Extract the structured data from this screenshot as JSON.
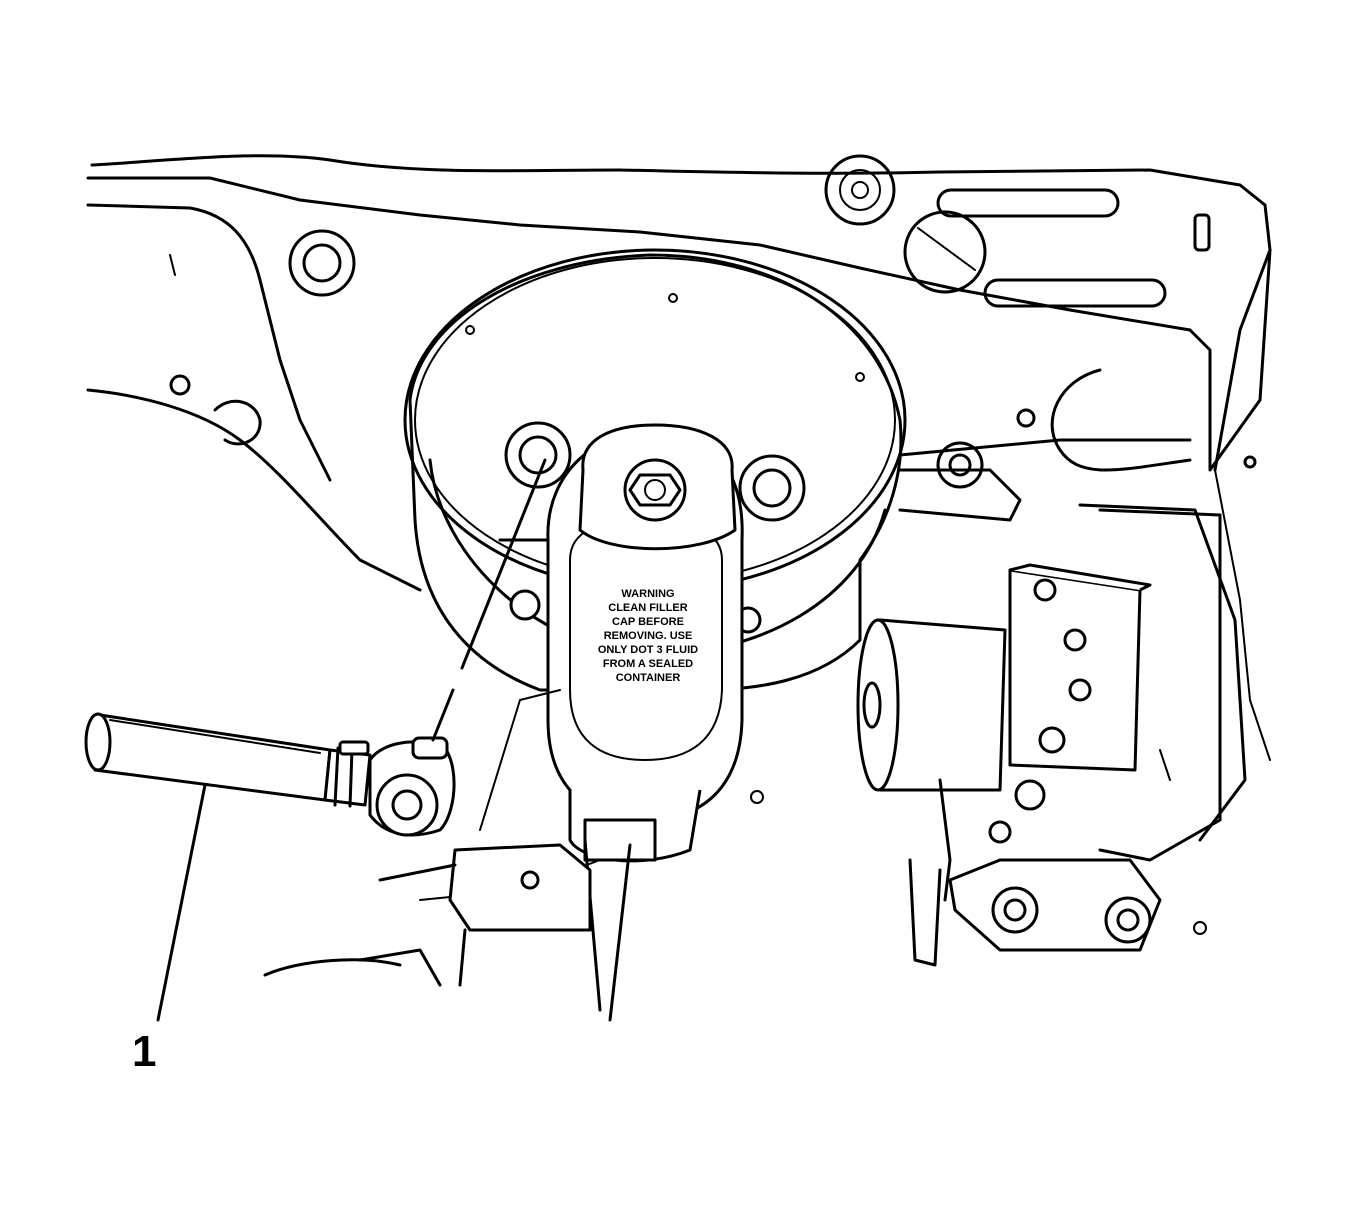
{
  "callouts": [
    {
      "number": "1",
      "target": "vacuum-hose"
    }
  ],
  "reservoir_cap_lines": [
    "WARNING",
    "CLEAN FILLER",
    "CAP BEFORE",
    "REMOVING. USE",
    "ONLY DOT 3 FLUID",
    "FROM A SEALED",
    "CONTAINER"
  ],
  "icon_names": {
    "booster": "brake-booster-icon",
    "reservoir": "fluid-reservoir-icon",
    "hose": "vacuum-hose-icon",
    "abs": "abs-module-icon"
  }
}
